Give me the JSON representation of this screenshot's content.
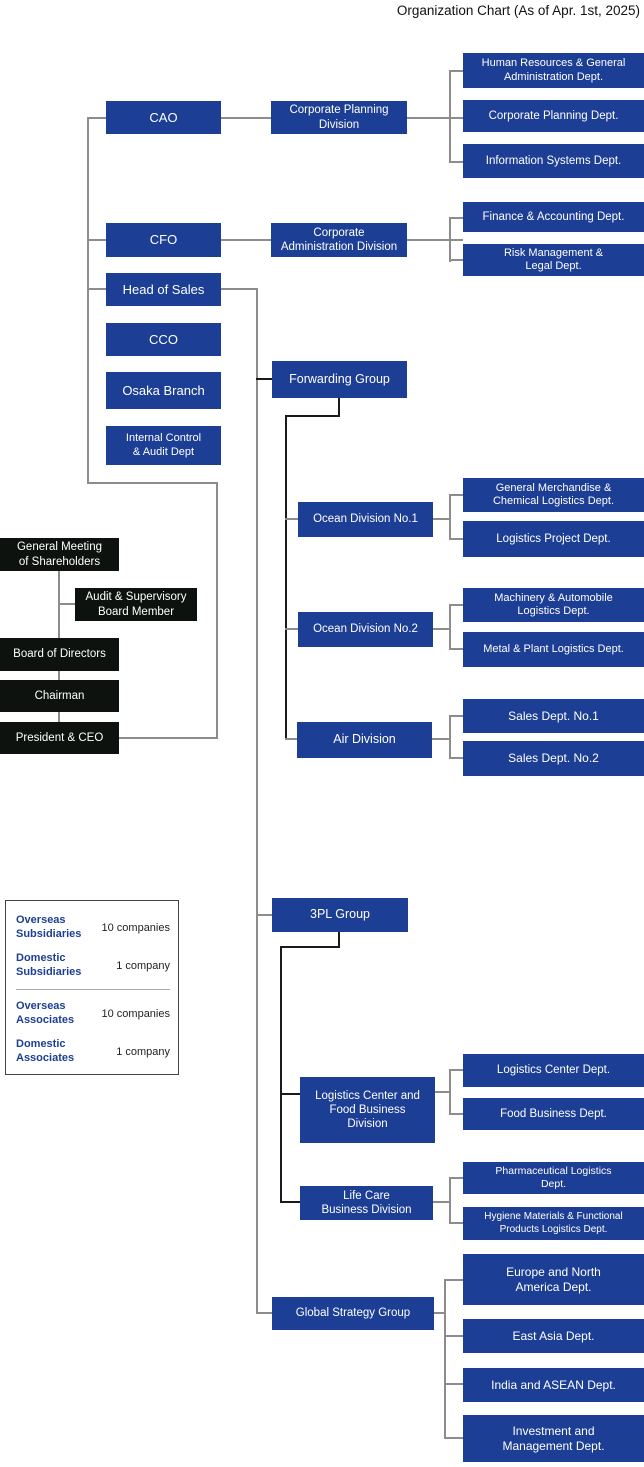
{
  "title": "Organization Chart (As of Apr. 1st, 2025)",
  "colors": {
    "box_blue": "#1c3e95",
    "box_black": "#0d120f",
    "line_gray": "#8c8c8c",
    "line_dark": "#1a1a1a"
  },
  "governance": {
    "shareholders": "General Meeting\nof Shareholders",
    "audit": "Audit & Supervisory\nBoard Member",
    "board": "Board of Directors",
    "chairman": "Chairman",
    "president": "President & CEO"
  },
  "executives": {
    "cao": "CAO",
    "cfo": "CFO",
    "head_of_sales": "Head of Sales",
    "cco": "CCO",
    "osaka_branch": "Osaka Branch",
    "internal_audit": "Internal Control\n& Audit Dept"
  },
  "divisions": {
    "corporate_planning": "Corporate Planning\nDivision",
    "corporate_administration": "Corporate\nAdministration Division",
    "forwarding_group": "Forwarding Group",
    "ocean1": "Ocean Division No.1",
    "ocean2": "Ocean Division No.2",
    "air": "Air Division",
    "three_pl_group": "3PL Group",
    "logistics_food": "Logistics Center and\nFood Business\nDivision",
    "life_care": "Life Care\nBusiness Division",
    "global_strategy": "Global Strategy Group"
  },
  "departments": {
    "hr": "Human Resources & General\nAdministration Dept.",
    "corp_planning": "Corporate Planning Dept.",
    "info_systems": "Information Systems Dept.",
    "finance": "Finance & Accounting Dept.",
    "risk_legal": "Risk Management &\nLegal Dept.",
    "gen_merch": "General Merchandise &\nChemical Logistics Dept.",
    "log_project": "Logistics Project Dept.",
    "machinery": "Machinery & Automobile\nLogistics Dept.",
    "metal_plant": "Metal & Plant Logistics Dept.",
    "sales1": "Sales Dept. No.1",
    "sales2": "Sales Dept. No.2",
    "log_center": "Logistics Center Dept.",
    "food_business": "Food Business Dept.",
    "pharma": "Pharmaceutical Logistics\nDept.",
    "hygiene": "Hygiene Materials & Functional\nProducts Logistics Dept.",
    "europe_na": "Europe and North\nAmerica Dept.",
    "east_asia": "East Asia Dept.",
    "india_asean": "India and ASEAN Dept.",
    "investment": "Investment and\nManagement Dept."
  },
  "legend": {
    "rows": [
      {
        "label": "Overseas\nSubsidiaries",
        "value": "10 companies"
      },
      {
        "label": "Domestic\nSubsidiaries",
        "value": "1 company"
      },
      {
        "label": "Overseas\nAssociates",
        "value": "10 companies"
      },
      {
        "label": "Domestic\nAssociates",
        "value": "1 company"
      }
    ]
  }
}
